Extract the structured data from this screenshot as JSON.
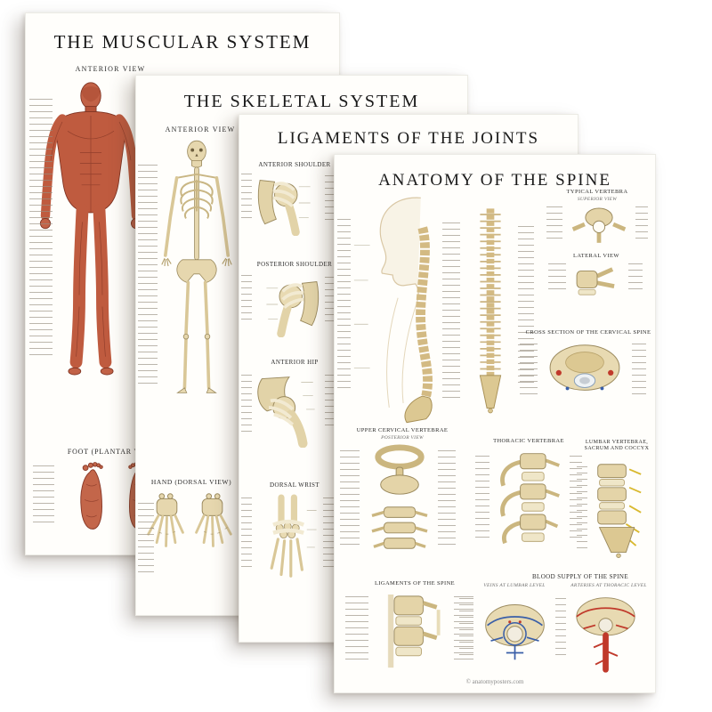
{
  "posters": {
    "muscular": {
      "title": "THE MUSCULAR SYSTEM",
      "anterior_view_label": "ANTERIOR VIEW",
      "foot_section_label": "FOOT (PLANTAR VIEW)"
    },
    "skeletal": {
      "title": "THE SKELETAL SYSTEM",
      "anterior_view_label": "ANTERIOR VIEW",
      "hand_section_label": "HAND (DORSAL VIEW)"
    },
    "ligaments": {
      "title": "LIGAMENTS OF THE JOINTS",
      "sections": {
        "anterior_shoulder": "ANTERIOR SHOULDER",
        "posterior_shoulder": "POSTERIOR SHOULDER",
        "anterior_hip": "ANTERIOR HIP",
        "dorsal_wrist": "DORSAL WRIST"
      }
    },
    "spine": {
      "title": "ANATOMY OF THE SPINE",
      "sections": {
        "typical_vertebra": "TYPICAL VERTEBRA",
        "typical_vertebra_sub": "SUPERIOR VIEW",
        "lateral_view": "LATERAL VIEW",
        "cross_section_cervical": "CROSS SECTION OF THE CERVICAL SPINE",
        "upper_cervical": "UPPER CERVICAL VERTEBRAE",
        "upper_cervical_sub": "POSTERIOR VIEW",
        "thoracic": "THORACIC VERTEBRAE",
        "lumbar_sacrum_coccyx": "LUMBAR VERTEBRAE, SACRUM AND COCCYX",
        "ligaments_of_spine": "LIGAMENTS OF THE SPINE",
        "blood_supply": "BLOOD SUPPLY OF THE SPINE",
        "veins_sub": "VEINS AT LUMBAR LEVEL",
        "arteries_sub": "ARTERIES AT THORACIC LEVEL"
      },
      "footer": "© anatomyposters.com"
    }
  },
  "colors": {
    "muscle_red": "#bf5b3f",
    "bone_tan": "#e4d4a8",
    "artery_red": "#c0392b",
    "vein_blue": "#3a5fa8",
    "paper_white": "#fffefb"
  }
}
